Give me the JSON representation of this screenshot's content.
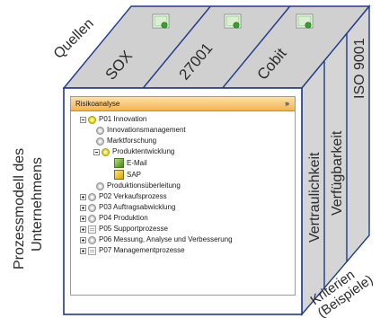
{
  "columns": {
    "group_label": "Quellen",
    "items": [
      "SOX",
      "27001",
      "Cobit"
    ]
  },
  "criteria": {
    "group_label": [
      "Kriterien",
      "(Beispiele)"
    ],
    "items": [
      "Vertraulichkeit",
      "Verfügbarkeit",
      "ISO 9001"
    ]
  },
  "rows_label": [
    "Prozessmodell des",
    "Unternehmens"
  ],
  "panel": {
    "title": "Risikoanalyse",
    "collapse_glyph": "»"
  },
  "tree": [
    {
      "label": "P01 Innovation",
      "icon": "gear-yellow",
      "expander": "minus"
    },
    {
      "label": "Innovationsmanagement",
      "icon": "gear-grey"
    },
    {
      "label": "Marktforschung",
      "icon": "gear-grey"
    },
    {
      "label": "Produktentwicklung",
      "icon": "gear-yellow",
      "expander": "minus"
    },
    {
      "label": "E-Mail",
      "icon": "email-app"
    },
    {
      "label": "SAP",
      "icon": "sap-app"
    },
    {
      "label": "Produktionsüberleitung",
      "icon": "gear-grey"
    },
    {
      "label": "P02 Verkaufsprozess",
      "icon": "gear-grey",
      "expander": "plus"
    },
    {
      "label": "P03 Auftragsabwicklung",
      "icon": "gear-grey",
      "expander": "plus"
    },
    {
      "label": "P04 Produktion",
      "icon": "gear-grey",
      "expander": "plus"
    },
    {
      "label": "P05 Supportprozesse",
      "icon": "document",
      "expander": "plus"
    },
    {
      "label": "P06 Messung, Analyse und Verbesserung",
      "icon": "gear-grey",
      "expander": "plus"
    },
    {
      "label": "P07 Managementprozesse",
      "icon": "document",
      "expander": "plus"
    }
  ],
  "colors": {
    "box_face": "#ffffff",
    "box_top": "#cfcfcf",
    "box_side": "#d4d4d4",
    "stroke": "#1f3a8a",
    "header": "#f6b34e"
  }
}
